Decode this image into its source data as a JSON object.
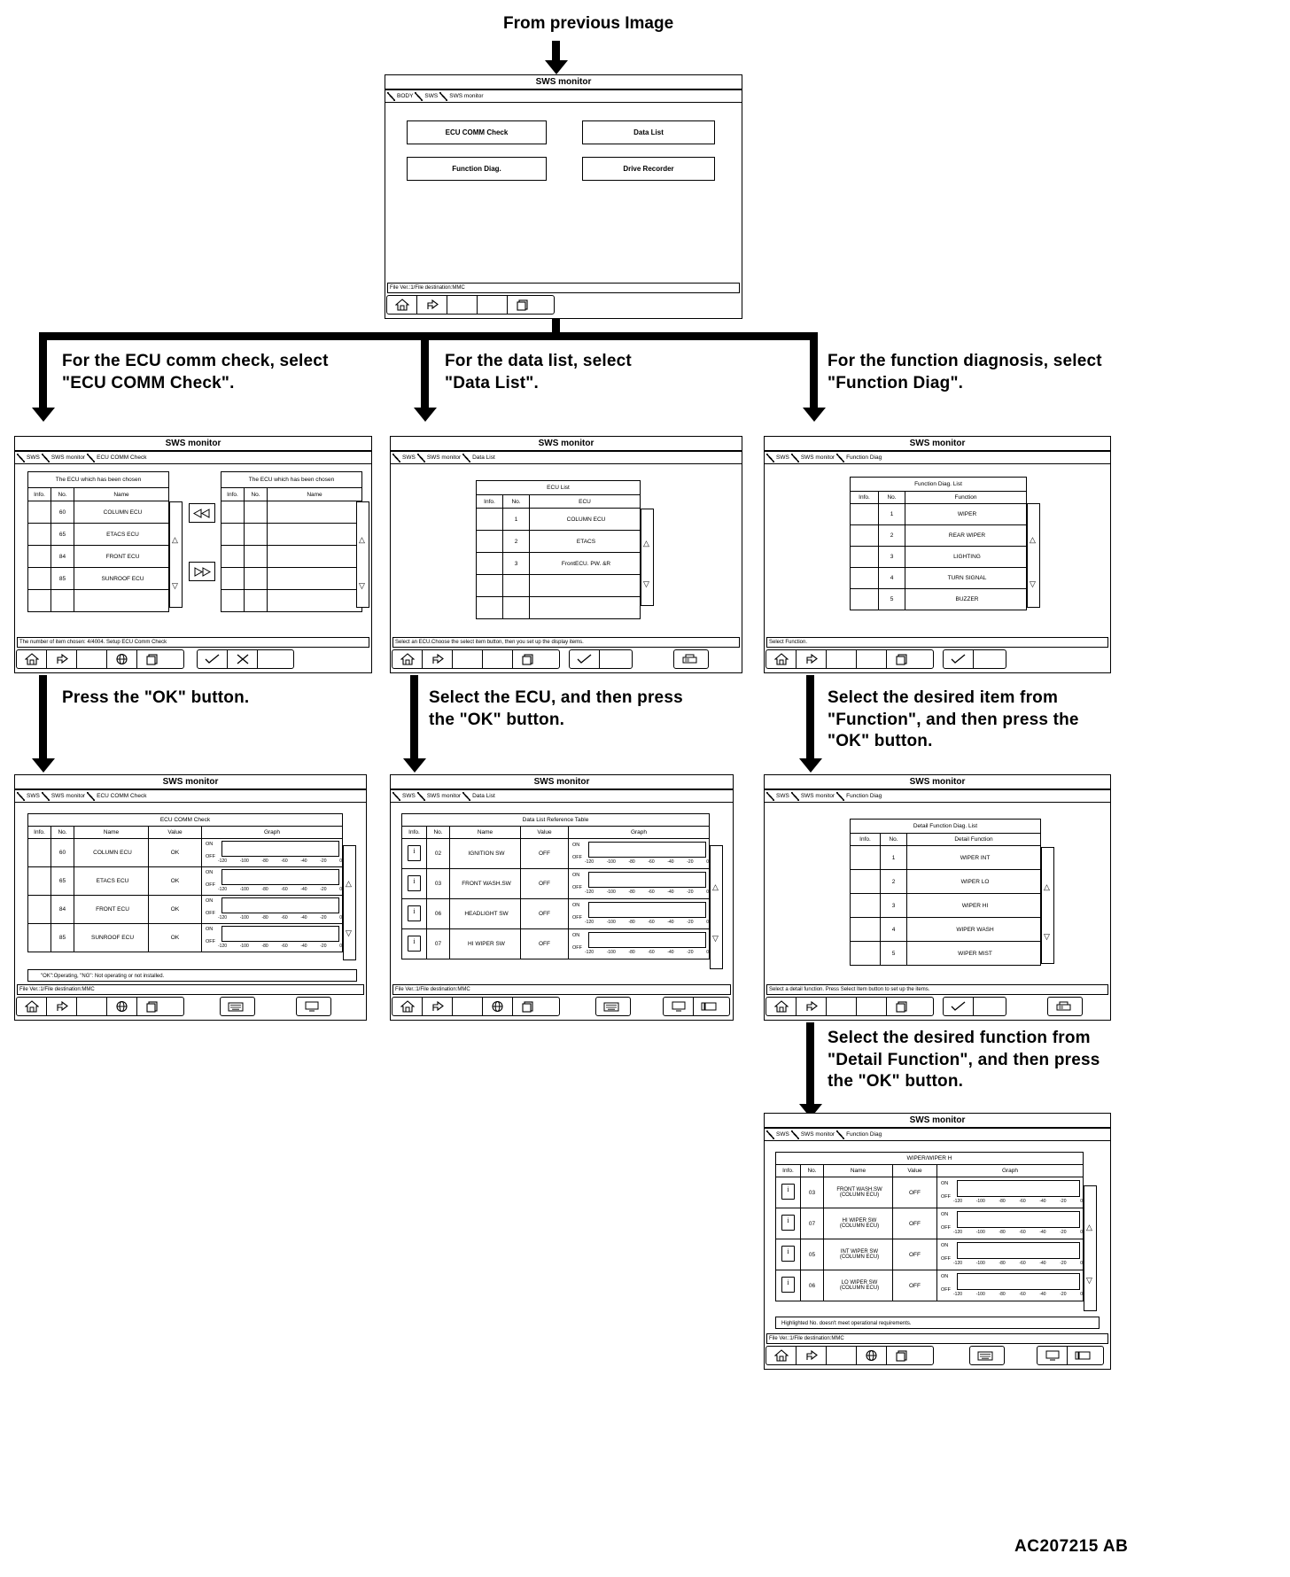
{
  "page": {
    "top_caption": "From previous Image",
    "figure_code": "AC207215 AB"
  },
  "common": {
    "window_title": "SWS monitor",
    "status_file": "File Ver.:1/File destination:MMC",
    "cols": {
      "info": "Info.",
      "no": "No.",
      "name": "Name",
      "value": "Value",
      "graph": "Graph",
      "ecu": "ECU",
      "function": "Function",
      "detail_function": "Detail Function"
    },
    "onoff": {
      "on": "ON",
      "off": "OFF"
    },
    "ticks": [
      "-120",
      "-100",
      "-80",
      "-60",
      "-40",
      "-20",
      "0"
    ],
    "icons": {
      "home": "home-icon",
      "back": "back-arrow-icon",
      "globe": "globe-icon",
      "page": "page-icon",
      "ok": "check-ok-icon",
      "cancel": "cancel-x-icon",
      "keyboard": "keyboard-icon",
      "monitor": "monitor-icon",
      "wide": "widescreen-icon",
      "print": "print-icon"
    }
  },
  "menu_window": {
    "crumbs": [
      "BODY",
      "SWS",
      "SWS monitor"
    ],
    "buttons": [
      {
        "label": "ECU COMM Check"
      },
      {
        "label": "Data List"
      },
      {
        "label": "Function Diag."
      },
      {
        "label": "Drive Recorder"
      }
    ]
  },
  "branch_captions": [
    "For the ECU comm check, select\n\"ECU COMM Check\".",
    "For the data list, select\n\"Data List\".",
    "For the function diagnosis, select\n\"Function Diag\"."
  ],
  "step_captions": {
    "ecu_ok": "Press the \"OK\" button.",
    "data_ok": "Select the ECU, and then press\nthe \"OK\" button.",
    "func_ok": "Select the desired item from\n\"Function\", and then press the\n\"OK\" button.",
    "detail_ok": "Select the desired function from\n\"Detail Function\", and then press\nthe \"OK\" button."
  },
  "ecu_comm_select": {
    "crumbs": [
      "SWS",
      "SWS monitor",
      "ECU COMM Check"
    ],
    "left_caption": "The ECU which has been chosen",
    "right_caption": "The ECU which has been chosen",
    "rows": [
      {
        "info": "",
        "no": "60",
        "name": "COLUMN ECU"
      },
      {
        "info": "",
        "no": "65",
        "name": "ETACS ECU"
      },
      {
        "info": "",
        "no": "84",
        "name": "FRONT ECU"
      },
      {
        "info": "",
        "no": "85",
        "name": "SUNROOF ECU"
      },
      {
        "info": "",
        "no": "",
        "name": ""
      }
    ],
    "right_rows": [
      {},
      {},
      {},
      {},
      {}
    ],
    "move_right": "move-right-icon",
    "move_left": "move-left-icon",
    "status": "The number of item chosen: 4/4004. Setup ECU Comm Check"
  },
  "data_list_select": {
    "crumbs": [
      "SWS",
      "SWS monitor",
      "Data List"
    ],
    "caption": "ECU List",
    "rows": [
      {
        "info": "",
        "no": "1",
        "ecu": "COLUMN ECU"
      },
      {
        "info": "",
        "no": "2",
        "ecu": "ETACS"
      },
      {
        "info": "",
        "no": "3",
        "ecu": "FrontECU. PW. &R"
      },
      {
        "info": "",
        "no": "",
        "ecu": ""
      },
      {
        "info": "",
        "no": "",
        "ecu": ""
      }
    ],
    "status": "Select an ECU.Choose the select item button, then you set up the display items."
  },
  "function_diag_select": {
    "crumbs": [
      "SWS",
      "SWS monitor",
      "Function Diag"
    ],
    "caption": "Function Diag. List",
    "rows": [
      {
        "info": "",
        "no": "1",
        "function": "WIPER"
      },
      {
        "info": "",
        "no": "2",
        "function": "REAR WIPER"
      },
      {
        "info": "",
        "no": "3",
        "function": "LIGHTING"
      },
      {
        "info": "",
        "no": "4",
        "function": "TURN SIGNAL"
      },
      {
        "info": "",
        "no": "5",
        "function": "BUZZER"
      }
    ],
    "status": "Select Function."
  },
  "ecu_comm_result": {
    "crumbs": [
      "SWS",
      "SWS monitor",
      "ECU COMM Check"
    ],
    "caption": "ECU COMM Check",
    "rows": [
      {
        "info": "",
        "no": "60",
        "name": "COLUMN ECU",
        "value": "OK"
      },
      {
        "info": "",
        "no": "65",
        "name": "ETACS ECU",
        "value": "OK"
      },
      {
        "info": "",
        "no": "84",
        "name": "FRONT ECU",
        "value": "OK"
      },
      {
        "info": "",
        "no": "85",
        "name": "SUNROOF ECU",
        "value": "OK"
      }
    ],
    "note": "\"OK\":Operating, \"NG\": Not operating or not installed.",
    "status": "File Ver.:1/File destination:MMC"
  },
  "data_list_result": {
    "crumbs": [
      "SWS",
      "SWS monitor",
      "Data List"
    ],
    "caption": "Data List Reference Table",
    "rows": [
      {
        "info": "info-icon",
        "no": "02",
        "name": "IGNITION SW",
        "value": "OFF"
      },
      {
        "info": "info-icon",
        "no": "03",
        "name": "FRONT WASH.SW",
        "value": "OFF"
      },
      {
        "info": "info-icon",
        "no": "06",
        "name": "HEADLIGHT SW",
        "value": "OFF"
      },
      {
        "info": "info-icon",
        "no": "07",
        "name": "HI WIPER SW",
        "value": "OFF"
      }
    ],
    "status": "File Ver.:1/File destination:MMC"
  },
  "function_diag_detail": {
    "crumbs": [
      "SWS",
      "SWS monitor",
      "Function Diag"
    ],
    "caption": "Detail Function Diag. List",
    "rows": [
      {
        "info": "",
        "no": "1",
        "detail": "WIPER INT"
      },
      {
        "info": "",
        "no": "2",
        "detail": "WIPER LO"
      },
      {
        "info": "",
        "no": "3",
        "detail": "WIPER HI"
      },
      {
        "info": "",
        "no": "4",
        "detail": "WIPER WASH"
      },
      {
        "info": "",
        "no": "5",
        "detail": "WIPER MIST"
      }
    ],
    "status": "Select a detail function. Press Select Item button to set up the items."
  },
  "final_window": {
    "crumbs": [
      "SWS",
      "SWS monitor",
      "Function Diag"
    ],
    "caption": "WIPER/WIPER H",
    "rows": [
      {
        "info": "info-icon",
        "no": "03",
        "name": "FRONT WASH.SW\n(COLUMN ECU)",
        "value": "OFF"
      },
      {
        "info": "info-icon",
        "no": "07",
        "name": "HI WIPER SW\n(COLUMN ECU)",
        "value": "OFF"
      },
      {
        "info": "info-icon",
        "no": "05",
        "name": "INT WIPER SW\n(COLUMN ECU)",
        "value": "OFF"
      },
      {
        "info": "info-icon",
        "no": "06",
        "name": "LO WIPER SW\n(COLUMN ECU)",
        "value": "OFF"
      }
    ],
    "note": "Highlighted No. doesn't meet operational requirements.",
    "status": "File Ver.:1/File destination:MMC"
  }
}
